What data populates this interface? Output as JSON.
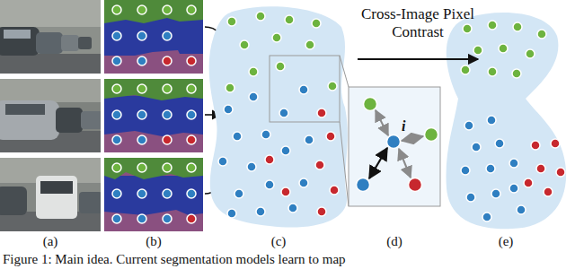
{
  "diagram": {
    "caption": "Figure 1: Main idea. Current segmentation models learn to map",
    "labels": [
      "Cross-Image Pixel Contrast",
      "i",
      "(a)",
      "(b)",
      "(c)",
      "(d)",
      "(e)"
    ]
  }
}
